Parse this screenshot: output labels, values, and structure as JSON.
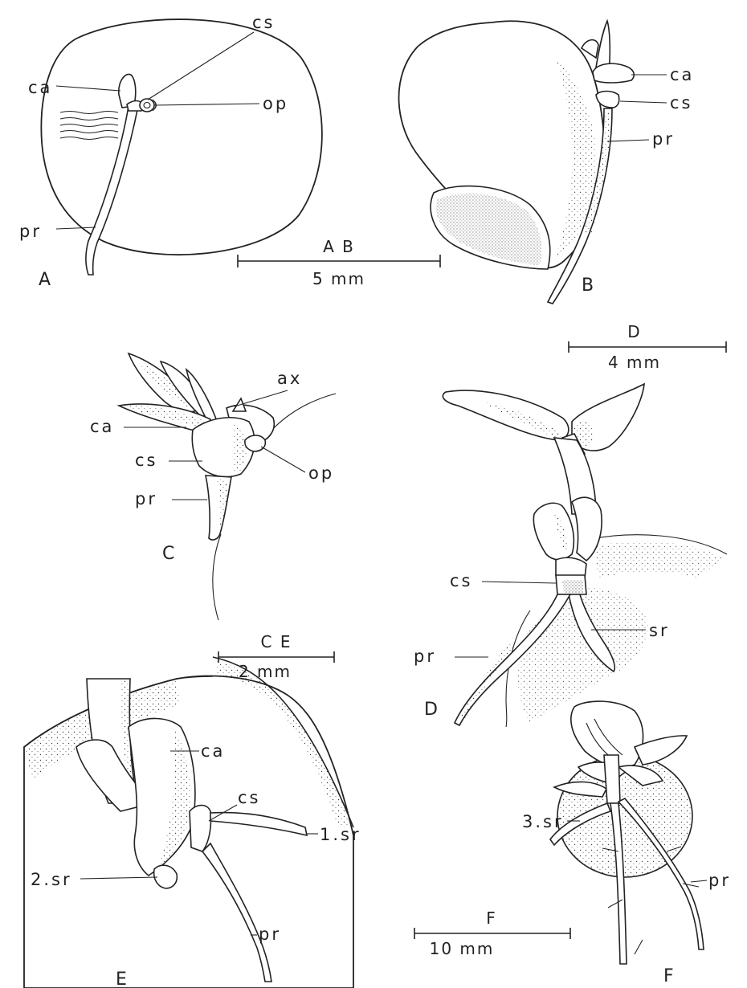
{
  "panel_letters": {
    "a": "A",
    "b": "B",
    "c": "C",
    "d": "D",
    "e": "E",
    "f": "F"
  },
  "labels": {
    "a_ca": "ca",
    "a_cs": "cs",
    "a_op": "op",
    "a_pr": "pr",
    "b_ca": "ca",
    "b_cs": "cs",
    "b_pr": "pr",
    "c_ax": "ax",
    "c_ca": "ca",
    "c_cs": "cs",
    "c_op": "op",
    "c_pr": "pr",
    "d_cs": "cs",
    "d_sr": "sr",
    "d_pr": "pr",
    "e_ca": "ca",
    "e_cs": "cs",
    "e_1sr": "1.sr",
    "e_2sr": "2.sr",
    "e_pr": "pr",
    "f_3sr": "3.sr",
    "f_pr": "pr"
  },
  "scale_bars": {
    "ab": {
      "title": "A B",
      "length": "5 mm"
    },
    "d": {
      "title": "D",
      "length": "4 mm"
    },
    "ce": {
      "title": "C E",
      "length": "2 mm"
    },
    "f": {
      "title": "F",
      "length": "10 mm"
    }
  }
}
